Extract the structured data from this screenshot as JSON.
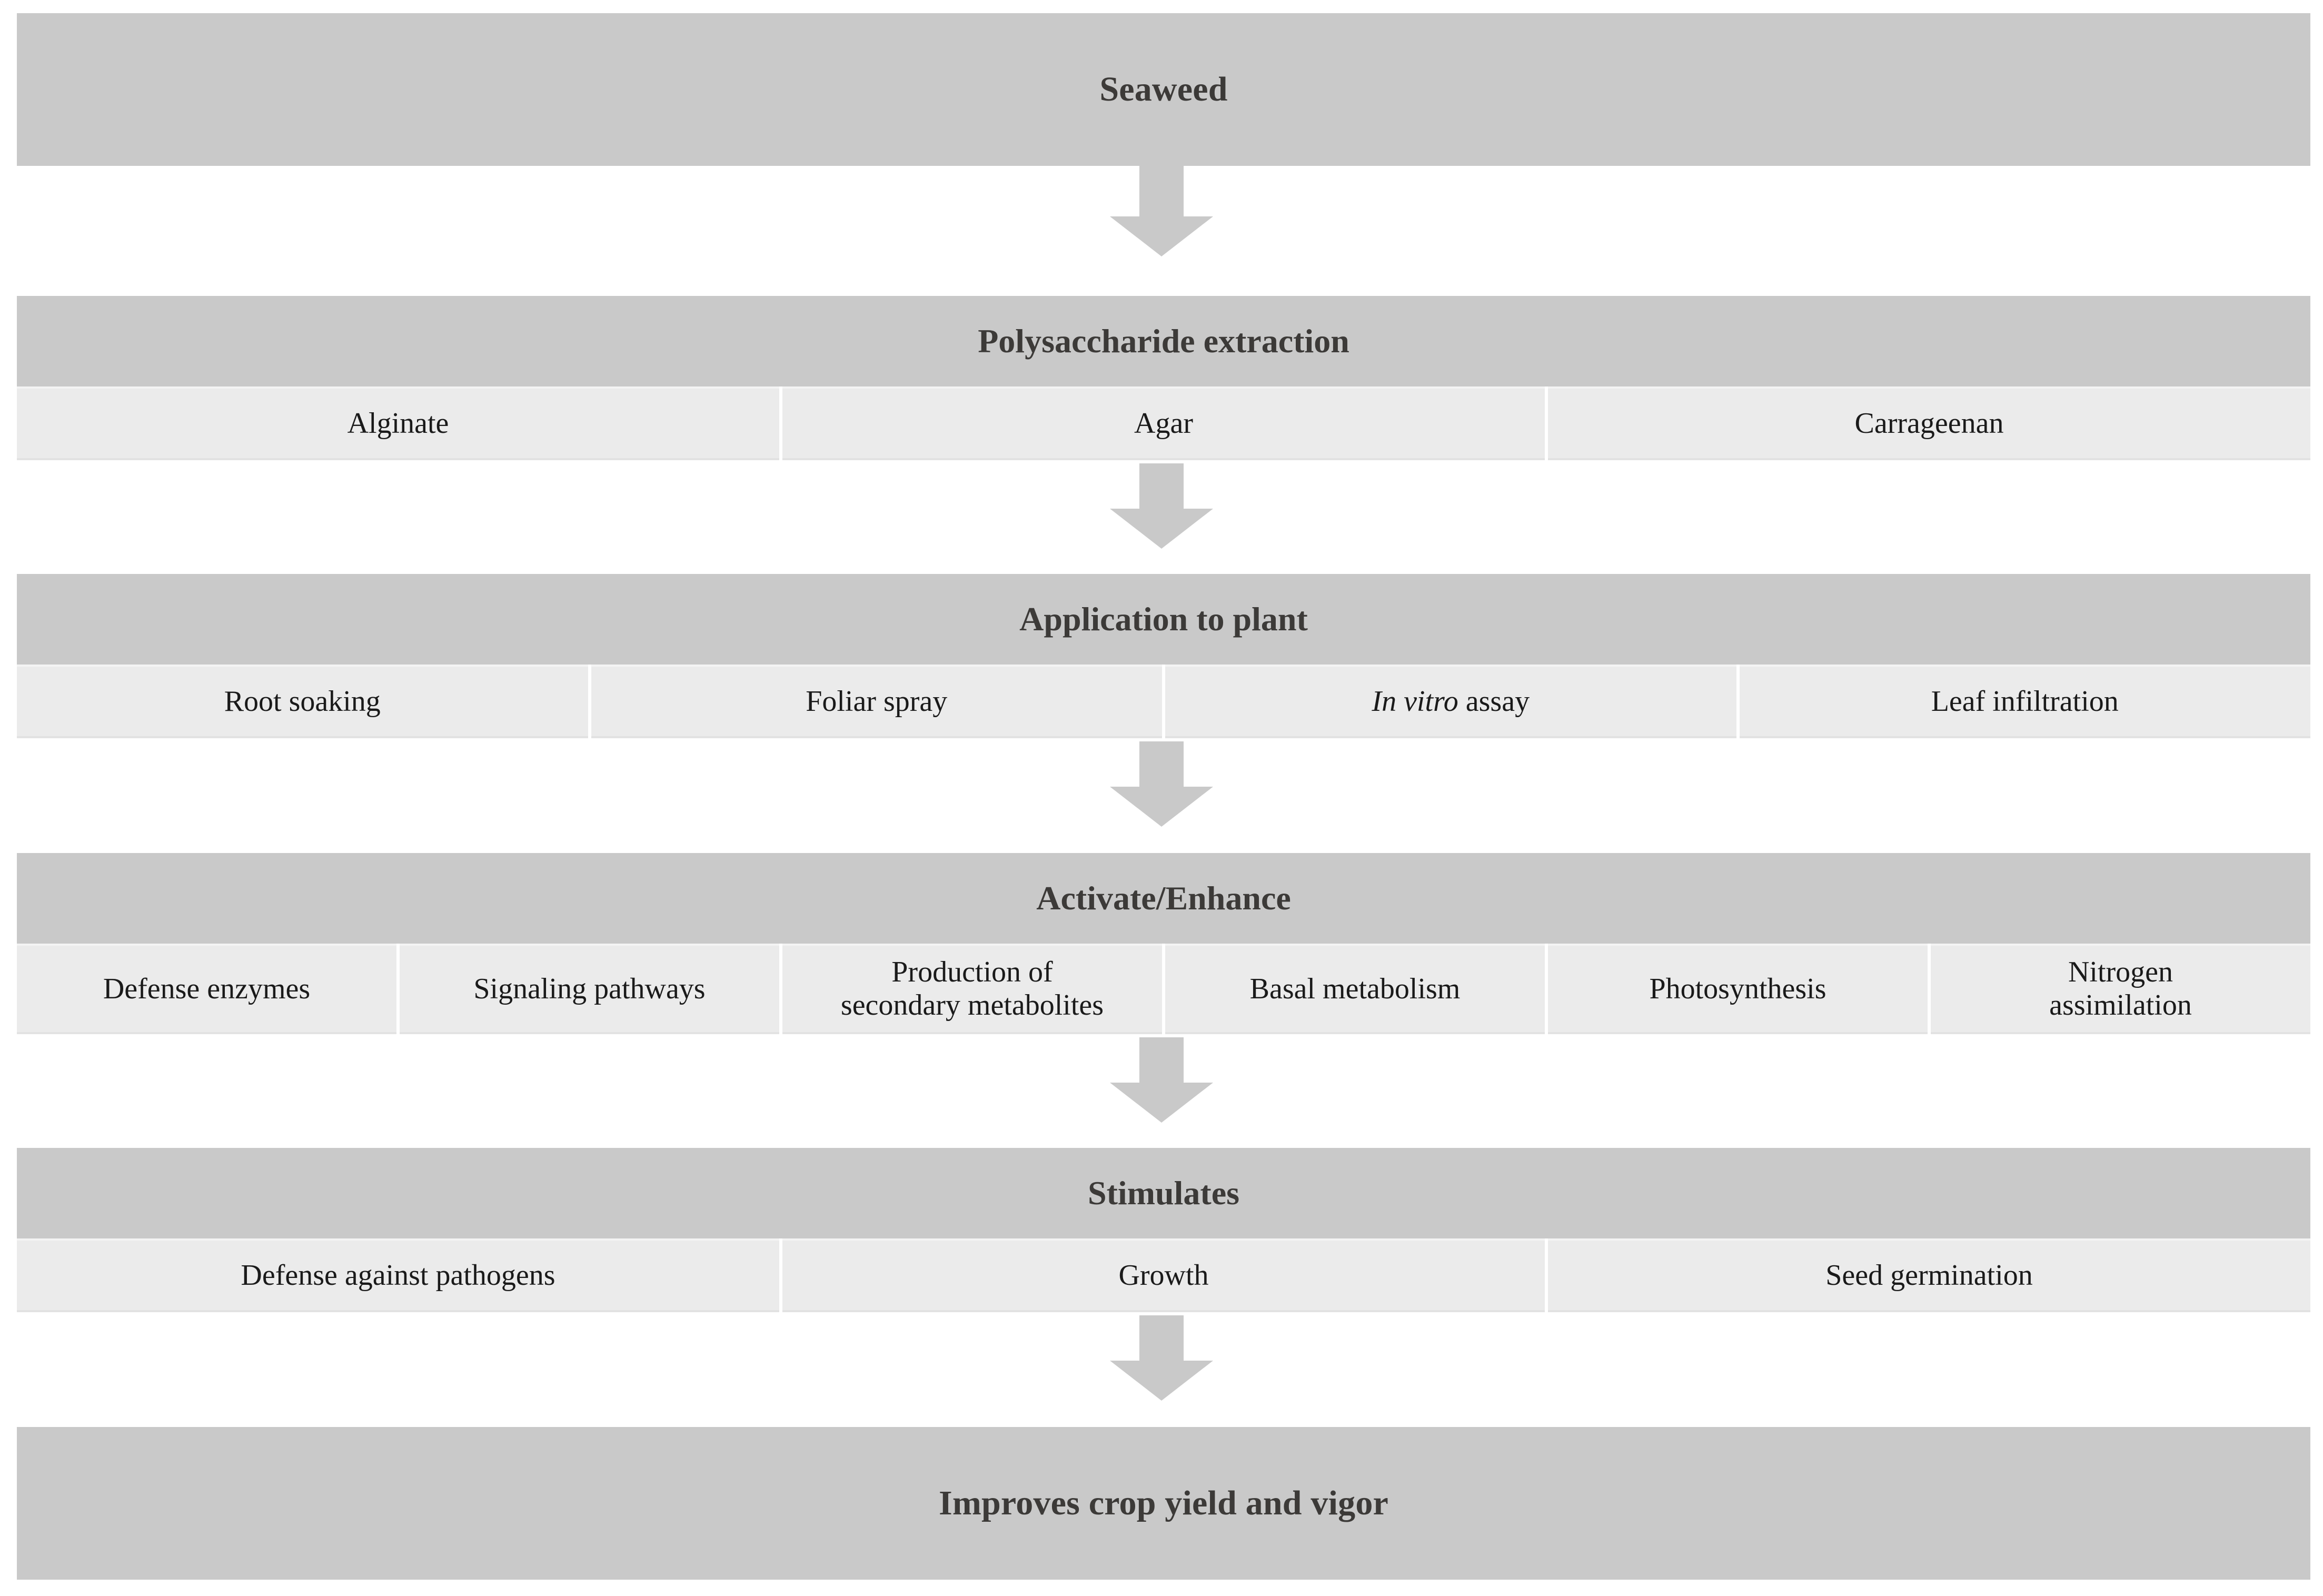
{
  "figure": {
    "type": "flowchart",
    "orientation": "top-to-bottom",
    "title_text": "Seaweed polysaccharide application pathway",
    "colors": {
      "header_band": "#c9c9c9",
      "cell_fill": "#ebebeb",
      "arrow": "#c9c9c9",
      "header_text": "#3c3a38",
      "cell_text": "#1a1a1a",
      "page_background": "#ffffff"
    }
  },
  "stages": [
    {
      "id": "seaweed",
      "header": "Seaweed",
      "cells": []
    },
    {
      "id": "polysaccharide-extraction",
      "header": "Polysaccharide extraction",
      "cells": [
        "Alginate",
        "Agar",
        "Carrageenan"
      ]
    },
    {
      "id": "application-to-plant",
      "header": "Application to plant",
      "cells": [
        "Root soaking",
        "Foliar spray",
        "In vitro assay",
        "Leaf infiltration"
      ],
      "cell_italic_prefix": {
        "2": "In vitro"
      }
    },
    {
      "id": "activate-enhance",
      "header": "Activate/Enhance",
      "cells": [
        "Defense enzymes",
        "Signaling pathways",
        "Production of\nsecondary metabolites",
        "Basal metabolism",
        "Photosynthesis",
        "Nitrogen\nassimilation"
      ]
    },
    {
      "id": "stimulates",
      "header": "Stimulates",
      "cells": [
        "Defense against pathogens",
        "Growth",
        "Seed germination"
      ]
    },
    {
      "id": "improves-crop-yield",
      "header": "Improves crop yield and vigor",
      "cells": []
    }
  ],
  "labels": {
    "stage1_header": "Seaweed",
    "stage2_header": "Polysaccharide extraction",
    "stage2_cell1": "Alginate",
    "stage2_cell2": "Agar",
    "stage2_cell3": "Carrageenan",
    "stage3_header": "Application to plant",
    "stage3_cell1": "Root soaking",
    "stage3_cell2": "Foliar spray",
    "stage3_cell3_italic": "In vitro",
    "stage3_cell3_rest": " assay",
    "stage3_cell4": "Leaf infiltration",
    "stage4_header": "Activate/Enhance",
    "stage4_cell1": "Defense enzymes",
    "stage4_cell2": "Signaling pathways",
    "stage4_cell3_line1": "Production of",
    "stage4_cell3_line2": "secondary metabolites",
    "stage4_cell4": "Basal metabolism",
    "stage4_cell5": "Photosynthesis",
    "stage4_cell6_line1": "Nitrogen",
    "stage4_cell6_line2": "assimilation",
    "stage5_header": "Stimulates",
    "stage5_cell1": "Defense against pathogens",
    "stage5_cell2": "Growth",
    "stage5_cell3": "Seed germination",
    "stage6_header": "Improves crop yield and vigor"
  },
  "arrows": [
    {
      "id": "arrow-1",
      "from": "seaweed",
      "to": "polysaccharide-extraction",
      "glyph": "down-arrow"
    },
    {
      "id": "arrow-2",
      "from": "polysaccharide-extraction",
      "to": "application-to-plant",
      "glyph": "down-arrow"
    },
    {
      "id": "arrow-3",
      "from": "application-to-plant",
      "to": "activate-enhance",
      "glyph": "down-arrow"
    },
    {
      "id": "arrow-4",
      "from": "activate-enhance",
      "to": "stimulates",
      "glyph": "down-arrow"
    },
    {
      "id": "arrow-5",
      "from": "stimulates",
      "to": "improves-crop-yield",
      "glyph": "down-arrow"
    }
  ]
}
